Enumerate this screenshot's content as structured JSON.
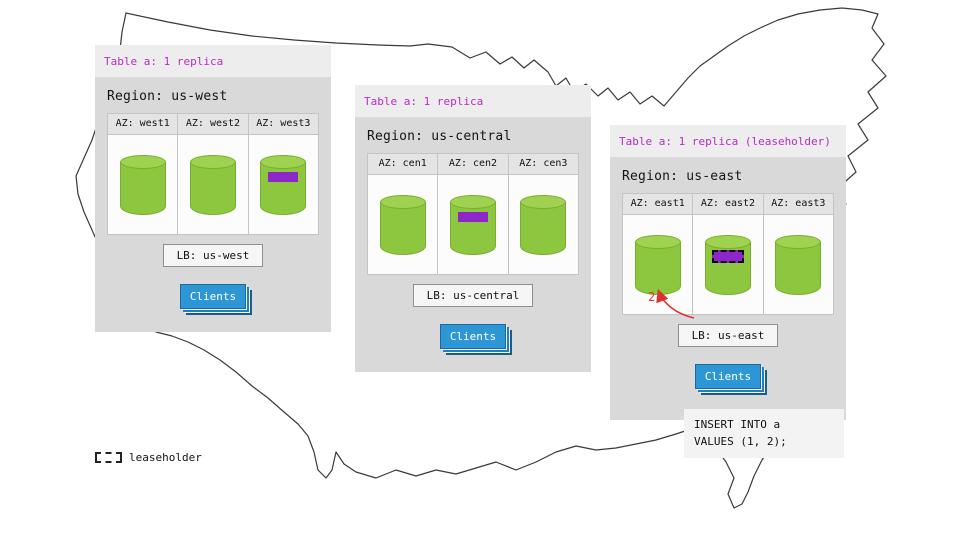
{
  "regions": [
    {
      "table_label": "Table a: 1 replica",
      "region_label": "Region: us-west",
      "azs": [
        {
          "label": "AZ: west1",
          "replica": false,
          "leaseholder": false
        },
        {
          "label": "AZ: west2",
          "replica": false,
          "leaseholder": false
        },
        {
          "label": "AZ: west3",
          "replica": true,
          "leaseholder": false
        }
      ],
      "lb_label": "LB: us-west",
      "clients_label": "Clients"
    },
    {
      "table_label": "Table a: 1 replica",
      "region_label": "Region: us-central",
      "azs": [
        {
          "label": "AZ: cen1",
          "replica": false,
          "leaseholder": false
        },
        {
          "label": "AZ: cen2",
          "replica": true,
          "leaseholder": false
        },
        {
          "label": "AZ: cen3",
          "replica": false,
          "leaseholder": false
        }
      ],
      "lb_label": "LB: us-central",
      "clients_label": "Clients"
    },
    {
      "table_label": "Table a: 1 replica (leaseholder)",
      "region_label": "Region: us-east",
      "azs": [
        {
          "label": "AZ: east1",
          "replica": false,
          "leaseholder": false
        },
        {
          "label": "AZ: east2",
          "replica": false,
          "leaseholder": true
        },
        {
          "label": "AZ: east3",
          "replica": false,
          "leaseholder": false
        }
      ],
      "lb_label": "LB: us-east",
      "clients_label": "Clients"
    }
  ],
  "arrow": {
    "label": "2"
  },
  "note": {
    "line1": "INSERT INTO a",
    "line2": "VALUES (1, 2);"
  },
  "legend": {
    "label": "leaseholder"
  },
  "colors": {
    "table_label_text": "#b62cc3",
    "cylinder_green": "#8dc63f",
    "replica_band_purple": "#8d27cc",
    "clients_blue": "#2d96d4",
    "arrow_red": "#e03131",
    "panel_gray": "#d9d9d9"
  }
}
